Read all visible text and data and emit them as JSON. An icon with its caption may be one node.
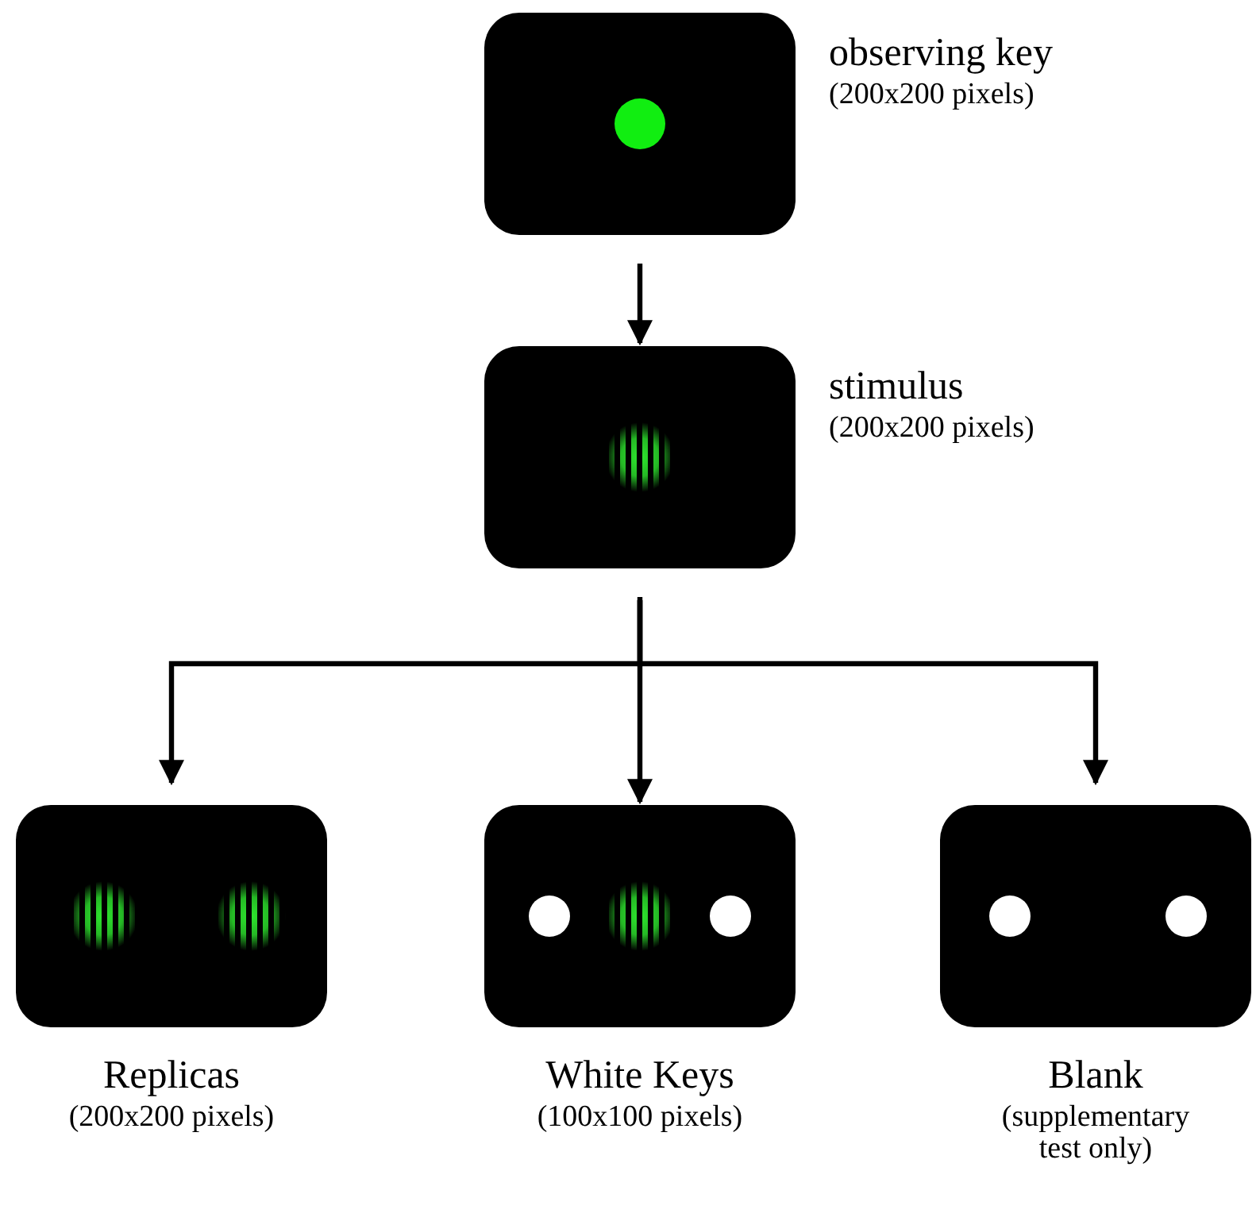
{
  "diagram": {
    "nodes": [
      {
        "text": [],
        "shape": "box",
        "beside": [
          "observing key",
          "(200x200 pixels)"
        ]
      },
      {
        "text": [],
        "shape": "box",
        "beside": [
          "stimulus",
          "(200x200 pixels)"
        ]
      },
      {
        "text": [],
        "shape": "box",
        "beside": [
          "Replicas",
          "(200x200 pixels)"
        ]
      },
      {
        "text": [],
        "shape": "box",
        "beside": [
          "White Keys",
          "(100x100 pixels)"
        ]
      },
      {
        "text": [],
        "shape": "box",
        "beside": [
          "Blank",
          "(supplementary test only)"
        ]
      }
    ],
    "edges": [
      {
        "from": 0,
        "to": 1,
        "arrow": "to"
      },
      {
        "from": 1,
        "to": 2,
        "arrow": "to"
      },
      {
        "from": 1,
        "to": 3,
        "arrow": "to"
      },
      {
        "from": 1,
        "to": 4,
        "arrow": "to"
      }
    ]
  }
}
